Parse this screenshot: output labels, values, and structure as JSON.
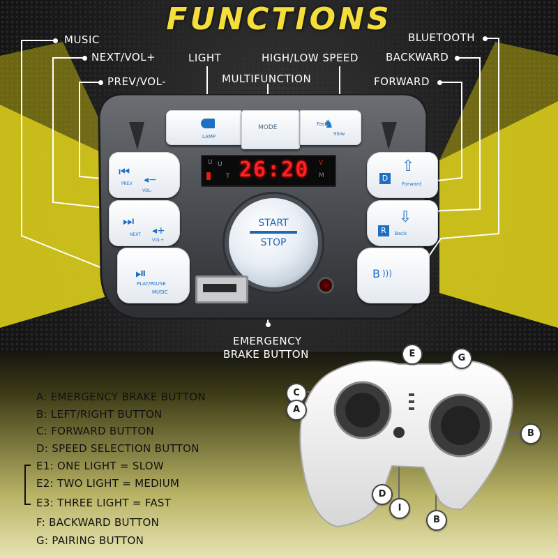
{
  "title": "FUNCTIONS",
  "labels": {
    "music": "MUSIC",
    "next_vol": "NEXT/VOL+",
    "prev_vol": "PREV/VOL-",
    "light": "LIGHT",
    "high_low_speed": "HIGH/LOW SPEED",
    "multifunction": "MULTIFUNCTION",
    "bluetooth": "BLUETOOTH",
    "backward": "BACKWARD",
    "forward": "FORWARD",
    "emergency_line1": "EMERGENCY",
    "emergency_line2": "BRAKE BUTTON"
  },
  "panel": {
    "display_time": "26:20",
    "display_u": "U",
    "display_t": "T",
    "display_v": "V",
    "display_m": "M",
    "start": "START",
    "stop": "STOP",
    "lamp": "LAMP",
    "mode": "MODE",
    "fast": "Fast",
    "slow": "Slow",
    "prev": "PREV",
    "vol_minus": "VOL-",
    "next": "NEXT",
    "vol_plus": "VOL+",
    "play_pause": "PLAY/PAUSE",
    "music": "MUSIC",
    "d": "D",
    "forward": "Forward",
    "r": "R",
    "back": "Back",
    "bt": "B"
  },
  "legend": [
    "A: EMERGENCY BRAKE BUTTON",
    "B: LEFT/RIGHT BUTTON",
    "C: FORWARD BUTTON",
    "D: SPEED SELECTION BUTTON",
    "E1: ONE LIGHT = SLOW",
    "E2: TWO LIGHT = MEDIUM",
    "E3: THREE LIGHT = FAST",
    "F: BACKWARD BUTTON",
    "G: PAIRING BUTTON"
  ],
  "remote_letters": {
    "c": "C",
    "a": "A",
    "e": "E",
    "g": "G",
    "b1": "B",
    "d": "D",
    "i": "I",
    "b2": "B"
  },
  "colors": {
    "title": "#f5de3a",
    "accent_yellow": "#e3d31f",
    "key_blue": "#1d6fc4",
    "display_red": "#ff2020"
  }
}
